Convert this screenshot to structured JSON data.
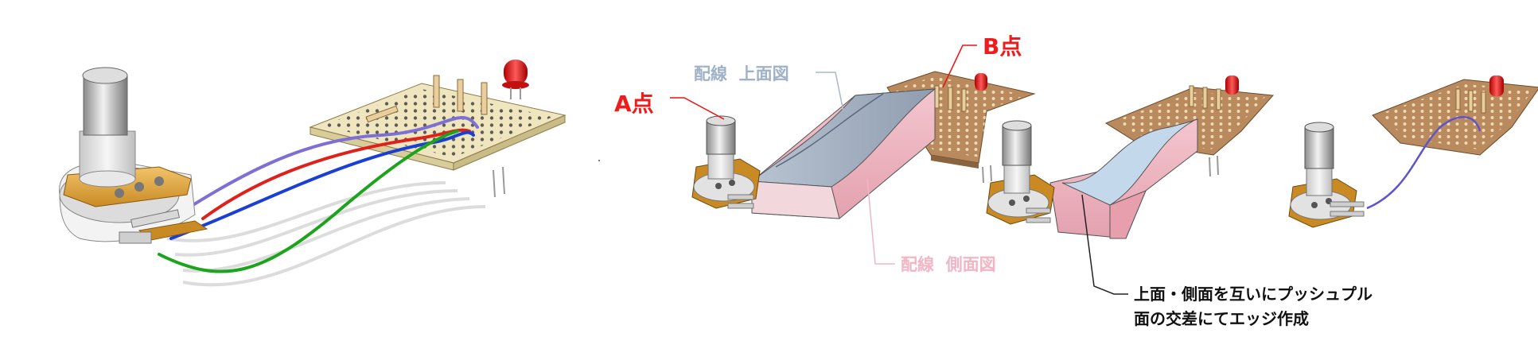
{
  "labels": {
    "point_a": "A点",
    "point_b": "B点",
    "top_view": "配線  上面図",
    "side_view": "配線  側面図",
    "note_line1": "上面・側面を互いにプッシュプル",
    "note_line2": "面の交差にてエッジ作成"
  },
  "colors": {
    "point_label": "#ee1c1c",
    "top_view_label": "#9fb2c7",
    "side_view_label": "#f2b5c4",
    "note_text": "#111111",
    "board": "#f3ecc8",
    "board_brown": "#b88a5e",
    "wire_purple": "#7e6fd6",
    "wire_red": "#e0201a",
    "wire_blue": "#1a3fd6",
    "wire_green": "#1ca51c",
    "top_surface": "#a7b4c4",
    "side_surface": "#e9a9b6"
  }
}
